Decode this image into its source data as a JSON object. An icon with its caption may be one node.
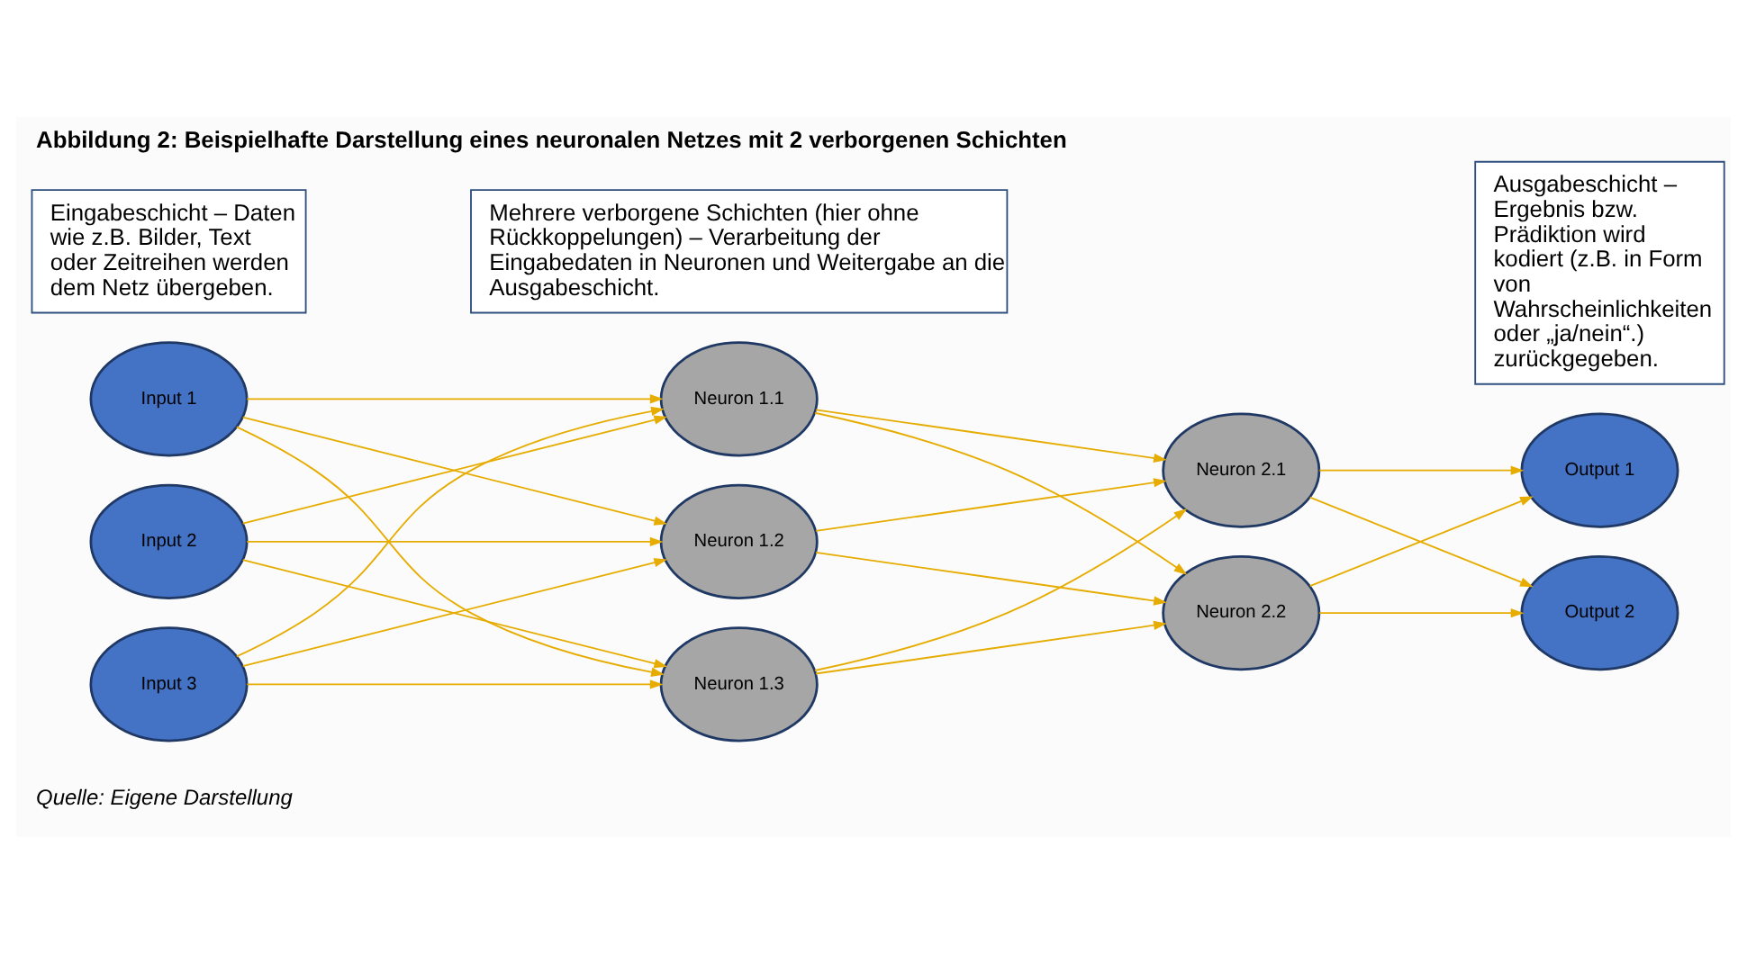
{
  "diagram": {
    "title": "Abbildung 2: Beispielhafte Darstellung eines neuronalen Netzes mit 2 verborgenen Schichten",
    "caption": "Quelle: Eigene Darstellung",
    "nodes": [
      {
        "text": [
          "Eingabeschicht – Daten wie z.B. Bilder, Text oder Zeitreihen werden dem Netz übergeben."
        ]
      },
      {
        "text": [
          "Mehrere verborgene Schichten (hier ohne Rückkoppelungen) – Verarbeitung der Eingabedaten in Neuronen und Weitergabe an die Ausgabeschicht."
        ]
      },
      {
        "text": [
          "Ausgabeschicht – Ergebnis bzw. Prädiktion wird kodiert (z.B. in Form von Wahrscheinlichkeiten oder „ja/nein“.) zurückgegeben."
        ]
      },
      {
        "text": [
          "Input 1"
        ]
      },
      {
        "text": [
          "Input 2"
        ]
      },
      {
        "text": [
          "Input 3"
        ]
      },
      {
        "text": [
          "Neuron 1.1"
        ]
      },
      {
        "text": [
          "Neuron 1.2"
        ]
      },
      {
        "text": [
          "Neuron 1.3"
        ]
      },
      {
        "text": [
          "Neuron 2.1"
        ]
      },
      {
        "text": [
          "Neuron 2.2"
        ]
      },
      {
        "text": [
          "Output 1"
        ]
      },
      {
        "text": [
          "Output 2"
        ]
      }
    ],
    "edges": [
      {
        "from": 3,
        "to": 6,
        "arrow": "to"
      },
      {
        "from": 3,
        "to": 7,
        "arrow": "to"
      },
      {
        "from": 3,
        "to": 8,
        "arrow": "to"
      },
      {
        "from": 4,
        "to": 6,
        "arrow": "to"
      },
      {
        "from": 4,
        "to": 7,
        "arrow": "to"
      },
      {
        "from": 4,
        "to": 8,
        "arrow": "to"
      },
      {
        "from": 5,
        "to": 6,
        "arrow": "to"
      },
      {
        "from": 5,
        "to": 7,
        "arrow": "to"
      },
      {
        "from": 5,
        "to": 8,
        "arrow": "to"
      },
      {
        "from": 6,
        "to": 9,
        "arrow": "to"
      },
      {
        "from": 6,
        "to": 10,
        "arrow": "to"
      },
      {
        "from": 7,
        "to": 9,
        "arrow": "to"
      },
      {
        "from": 7,
        "to": 10,
        "arrow": "to"
      },
      {
        "from": 8,
        "to": 9,
        "arrow": "to"
      },
      {
        "from": 8,
        "to": 10,
        "arrow": "to"
      },
      {
        "from": 9,
        "to": 11,
        "arrow": "to"
      },
      {
        "from": 9,
        "to": 12,
        "arrow": "to"
      },
      {
        "from": 10,
        "to": 11,
        "arrow": "to"
      },
      {
        "from": 10,
        "to": 12,
        "arrow": "to"
      }
    ]
  }
}
